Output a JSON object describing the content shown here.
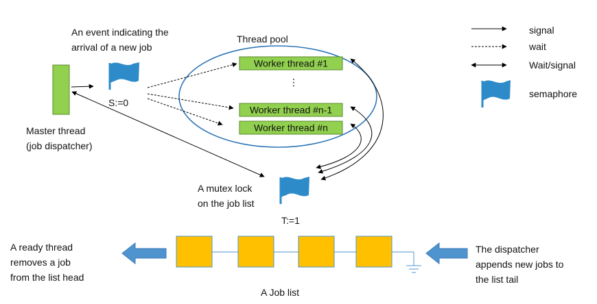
{
  "labels": {
    "event_line1": "An event indicating the",
    "event_line2": "arrival of a new job",
    "thread_pool": "Thread pool",
    "worker1": "Worker thread #1",
    "dots": "⋮",
    "worker_n1": "Worker thread #n-1",
    "worker_n": "Worker thread #n",
    "sem_s": "S:=0",
    "master_line1": "Master thread",
    "master_line2": "(job dispatcher)",
    "mutex_line1": "A mutex lock",
    "mutex_line2": "on the job list",
    "sem_t": "T:=1",
    "ready_line1": "A ready thread",
    "ready_line2": "removes a job",
    "ready_line3": "from the list head",
    "dispatcher_line1": "The dispatcher",
    "dispatcher_line2": "appends new jobs to",
    "dispatcher_line3": "the list tail",
    "job_list": "A Job list"
  },
  "legend": {
    "signal": "signal",
    "wait": "wait",
    "wait_signal": "Wait/signal",
    "semaphore": "semaphore"
  },
  "colors": {
    "master": "#92d050",
    "worker": "#92d050",
    "flag": "#2e8bc9",
    "job": "#ffc000",
    "list_arrow": "#4f94cf",
    "ellipse": "#2e75b6"
  },
  "icons": {
    "flag": "semaphore-flag-icon",
    "arrow": "block-arrow-icon"
  }
}
